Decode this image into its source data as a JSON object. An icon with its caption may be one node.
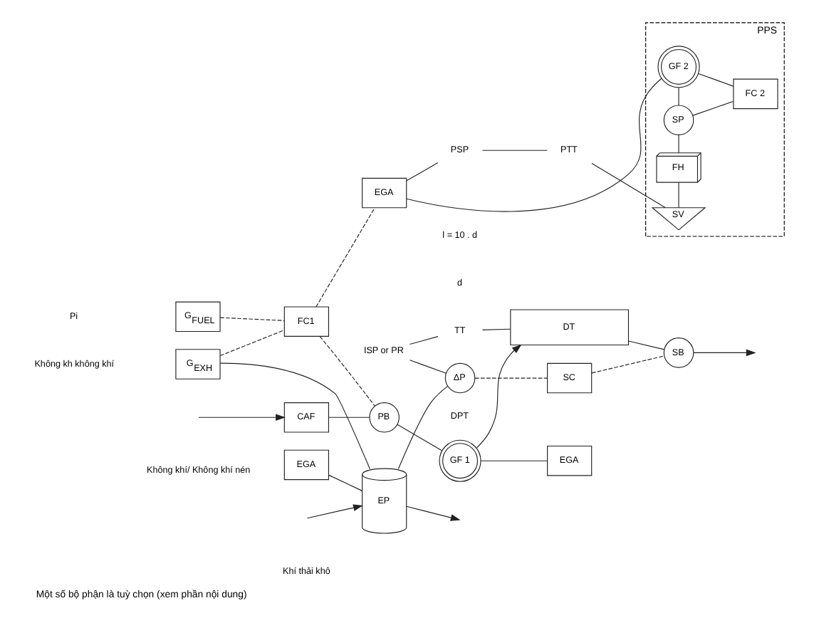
{
  "diagram": {
    "caption": "Một số bộ phận là tuỳ chọn (xem phần nội dung)",
    "nodes": [
      {
        "text": [
          "FC1"
        ]
      },
      {
        "text": [
          "EGA"
        ]
      },
      {
        "text": [
          "CAF"
        ]
      },
      {
        "text": [
          "PB"
        ]
      },
      {
        "text": [
          "GF 1"
        ]
      },
      {
        "text": [
          "DT"
        ]
      },
      {
        "text": [
          "PSP"
        ]
      },
      {
        "text": [
          "SB"
        ]
      },
      {
        "text": [
          "PTT"
        ]
      },
      {
        "text": [
          "TT"
        ]
      },
      {
        "text": [
          "EGA"
        ]
      },
      {
        "text": [
          "EP"
        ]
      },
      {
        "text": [
          "ISP or PR"
        ]
      },
      {
        "text": [
          "ΔP"
        ],
        "beside": [
          "DPT"
        ]
      },
      {
        "text": [
          "EGA"
        ]
      },
      {
        "text": [
          "PPS"
        ]
      },
      {
        "text": [
          "SV"
        ],
        "in": 15
      },
      {
        "text": [
          "FH"
        ],
        "in": 15
      },
      {
        "text": [
          "SP"
        ],
        "in": 15
      },
      {
        "text": [
          "FC 2"
        ],
        "in": 15
      },
      {
        "text": [
          "GF 2"
        ],
        "in": 15
      },
      {
        "text": [
          "SC"
        ]
      },
      {
        "text": [
          "G$_{FUEL}$"
        ]
      },
      {
        "text": [
          "G$_{EXH}$"
        ]
      }
    ],
    "edges": [
      {
        "from": null,
        "to": 2,
        "arrow": "to"
      },
      {
        "from": 2,
        "to": 3,
        "arrow": "none"
      },
      {
        "from": 3,
        "to": 4,
        "arrow": "none"
      },
      {
        "from": 4,
        "to": 5,
        "arrow": "to"
      },
      {
        "from": 5,
        "to": 7,
        "arrow": "none"
      },
      {
        "from": 7,
        "to": null,
        "arrow": "to"
      },
      {
        "from": 22,
        "to": 0,
        "arrow": "none",
        "style": "dashed"
      },
      {
        "from": 23,
        "to": 0,
        "arrow": "none",
        "style": "dashed"
      },
      {
        "from": 0,
        "to": 3,
        "arrow": "none",
        "style": "dashed"
      },
      {
        "from": 0,
        "to": 14,
        "arrow": "none",
        "style": "dashed"
      },
      {
        "from": 4,
        "to": 1,
        "arrow": "none"
      },
      {
        "from": null,
        "to": 11,
        "arrow": "to"
      },
      {
        "from": 11,
        "to": null,
        "arrow": "to"
      },
      {
        "from": 10,
        "to": 11,
        "arrow": "none"
      },
      {
        "from": 23,
        "to": 11,
        "arrow": "none"
      },
      {
        "from": 12,
        "to": 9,
        "arrow": "none"
      },
      {
        "from": 9,
        "to": 5,
        "arrow": "none"
      },
      {
        "from": 12,
        "to": 13,
        "arrow": "none"
      },
      {
        "from": 11,
        "to": 13,
        "arrow": "none"
      },
      {
        "from": 13,
        "to": 21,
        "arrow": "none",
        "style": "dashed"
      },
      {
        "from": 21,
        "to": 7,
        "arrow": "none",
        "style": "dashed"
      },
      {
        "from": 6,
        "to": 8,
        "arrow": "none"
      },
      {
        "from": 8,
        "to": 16,
        "arrow": "none"
      },
      {
        "from": 16,
        "to": 17,
        "arrow": "none"
      },
      {
        "from": 17,
        "to": 18,
        "arrow": "none"
      },
      {
        "from": 18,
        "to": 20,
        "arrow": "none"
      },
      {
        "from": 18,
        "to": 19,
        "arrow": "none"
      },
      {
        "from": 19,
        "to": 20,
        "arrow": "none"
      },
      {
        "from": 14,
        "to": 6,
        "arrow": "none"
      },
      {
        "from": 14,
        "to": 20,
        "arrow": "none"
      }
    ],
    "labels": [
      "Không khí/ Không khí nén",
      "Pi",
      "Không kh không khí",
      "l = 10 . d",
      "d",
      "Khí thải khô"
    ]
  }
}
